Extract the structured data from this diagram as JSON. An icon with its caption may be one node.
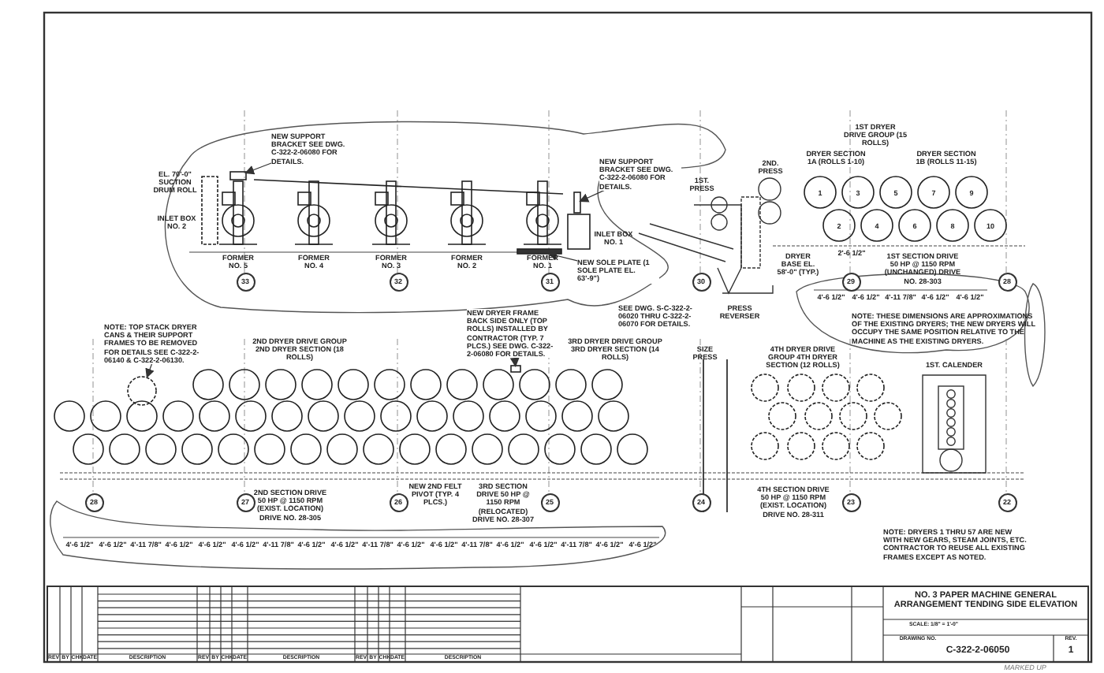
{
  "diagram": {
    "title": "NO. 3 PAPER MACHINE GENERAL ARRANGEMENT TENDING SIDE ELEVATION",
    "nodes": [
      {
        "text": [
          "NEW SUPPORT BRACKET SEE DWG. C-322-2-06080 FOR DETAILS."
        ]
      },
      {
        "text": [
          "NEW SUPPORT BRACKET SEE DWG. C-322-2-06080 FOR DETAILS."
        ]
      },
      {
        "text": [
          "NEW SOLE PLATE (1 SOLE PLATE EL. 63'-9\")"
        ]
      },
      {
        "text": [
          "NOTE: TOP STACK DRYER CANS & THEIR SUPPORT FRAMES TO BE REMOVED FOR DETAILS SEE C-322-2-06140 & C-322-2-06130."
        ]
      },
      {
        "text": [
          "NEW DRYER FRAME BACK SIDE ONLY (TOP ROLLS) INSTALLED BY CONTRACTOR (TYP. 7 PLCS.) SEE DWG. C-322-2-06080 FOR DETAILS."
        ]
      },
      {
        "text": [],
        "shape": "box"
      },
      {
        "text": [],
        "shape": "box"
      },
      {
        "text": [],
        "shape": "bar"
      },
      {
        "text": [],
        "shape": "circle"
      },
      {
        "text": [],
        "shape": "box"
      }
    ],
    "edges": [
      {
        "from": 0,
        "to": 5,
        "arrow": "to"
      },
      {
        "from": 1,
        "to": 6,
        "arrow": "to"
      },
      {
        "from": 2,
        "to": 7,
        "arrow": "to"
      },
      {
        "from": 3,
        "to": 8,
        "arrow": "to"
      },
      {
        "from": 4,
        "to": 9,
        "arrow": "to"
      }
    ],
    "labels": [
      "EL. 70'-0\" SUCTION DRUM ROLL",
      "INLET BOX NO. 2",
      "FORMER NO. 5",
      "FORMER NO. 4",
      "FORMER NO. 3",
      "FORMER NO. 2",
      "FORMER NO. 1",
      "INLET BOX NO. 1",
      "1ST. PRESS",
      "2ND. PRESS",
      "1ST DRYER DRIVE GROUP (15 ROLLS)",
      "DRYER SECTION 1A (ROLLS 1-10)",
      "DRYER SECTION 1B (ROLLS 11-15)",
      "1",
      "3",
      "5",
      "7",
      "9",
      "2",
      "4",
      "6",
      "8",
      "10",
      "DRYER BASE EL. 58'-0\" (TYP.)",
      "2'-6 1/2\"",
      "1ST SECTION DRIVE 50 HP @ 1150 RPM (UNCHANGED) DRIVE NO. 28-303",
      "33",
      "32",
      "31",
      "30",
      "29",
      "28",
      "4'-6 1/2\"",
      "4'-6 1/2\"",
      "4'-11 7/8\"",
      "4'-6 1/2\"",
      "4'-6 1/2\"",
      "SEE DWG. S-C-322-2-06020 THRU C-322-2-06070 FOR DETAILS.",
      "PRESS REVERSER",
      "2ND DRYER DRIVE GROUP 2ND DRYER SECTION (18 ROLLS)",
      "3RD DRYER DRIVE GROUP 3RD DRYER SECTION (14 ROLLS)",
      "SIZE PRESS",
      "4TH DRYER DRIVE GROUP 4TH DRYER SECTION (12 ROLLS)",
      "NOTE: THESE DIMENSIONS ARE APPROXIMATIONS OF THE EXISTING DRYERS; THE NEW DRYERS WILL OCCUPY THE SAME POSITION RELATIVE TO THE MACHINE AS THE EXISTING DRYERS.",
      "1ST. CALENDER",
      "2ND SECTION DRIVE 50 HP @ 1150 RPM (EXIST. LOCATION) DRIVE NO. 28-305",
      "NEW 2ND FELT PIVOT (TYP. 4 PLCS.)",
      "3RD SECTION DRIVE 50 HP @ 1150 RPM (RELOCATED) DRIVE NO. 28-307",
      "4TH SECTION DRIVE 50 HP @ 1150 RPM (EXIST. LOCATION) DRIVE NO. 28-311",
      "28",
      "27",
      "26",
      "25",
      "24",
      "23",
      "22",
      "NOTE: DRYERS 1 THRU 57 ARE NEW WITH NEW GEARS, STEAM JOINTS, ETC. CONTRACTOR TO REUSE ALL EXISTING FRAMES EXCEPT AS NOTED.",
      "4'-6 1/2\"",
      "4'-6 1/2\"",
      "4'-11 7/8\"",
      "4'-6 1/2\"",
      "4'-6 1/2\"",
      "4'-6 1/2\"",
      "4'-11 7/8\"",
      "4'-6 1/2\"",
      "4'-6 1/2\"",
      "4'-11 7/8\"",
      "4'-6 1/2\"",
      "4'-6 1/2\"",
      "4'-11 7/8\"",
      "4'-6 1/2\"",
      "4'-6 1/2\"",
      "4'-11 7/8\"",
      "4'-6 1/2\"",
      "4'-6 1/2\"",
      "REV",
      "BY",
      "CHK",
      "DATE",
      "DESCRIPTION",
      "REV",
      "BY",
      "CHK",
      "DATE",
      "DESCRIPTION",
      "REV",
      "BY",
      "CHK",
      "DATE",
      "DESCRIPTION",
      "SCALE: 1/8\" = 1'-0\"",
      "DRAWING NO.",
      "C-322-2-06050",
      "REV.",
      "1",
      "MARKED UP"
    ]
  }
}
